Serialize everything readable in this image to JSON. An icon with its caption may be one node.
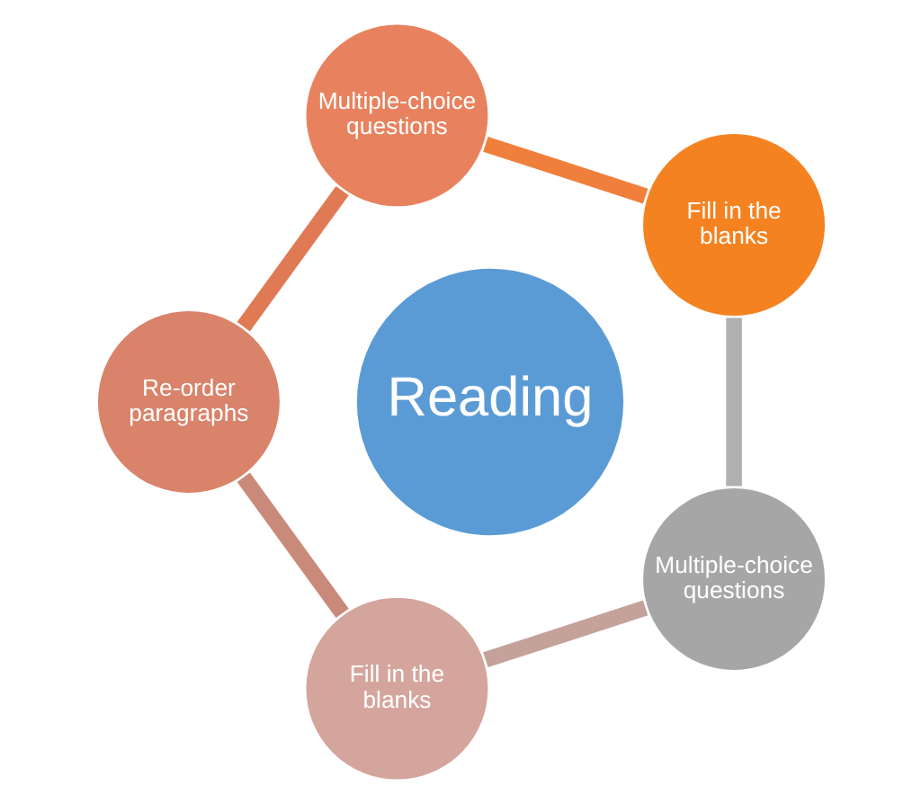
{
  "diagram": {
    "nodes": [
      {
        "text": [
          "Fill in the blanks"
        ]
      },
      {
        "text": [
          "Multiple-choice questions"
        ]
      },
      {
        "text": [
          "Re-order paragraphs"
        ]
      },
      {
        "text": [
          "Fill in the blanks"
        ]
      },
      {
        "text": [
          "Multiple-choice questions"
        ]
      },
      {
        "text": [
          "Reading"
        ]
      }
    ],
    "edges": [
      {
        "from": 0,
        "to": 1,
        "arrow": "none",
        "color": "#f07f3c"
      },
      {
        "from": 1,
        "to": 2,
        "arrow": "none",
        "color": "#e07a55"
      },
      {
        "from": 2,
        "to": 3,
        "arrow": "none",
        "color": "#c98a7a"
      },
      {
        "from": 3,
        "to": 4,
        "arrow": "none",
        "color": "#c4a29a"
      },
      {
        "from": 4,
        "to": 0,
        "arrow": "none",
        "color": "#b0b0b0"
      }
    ]
  }
}
